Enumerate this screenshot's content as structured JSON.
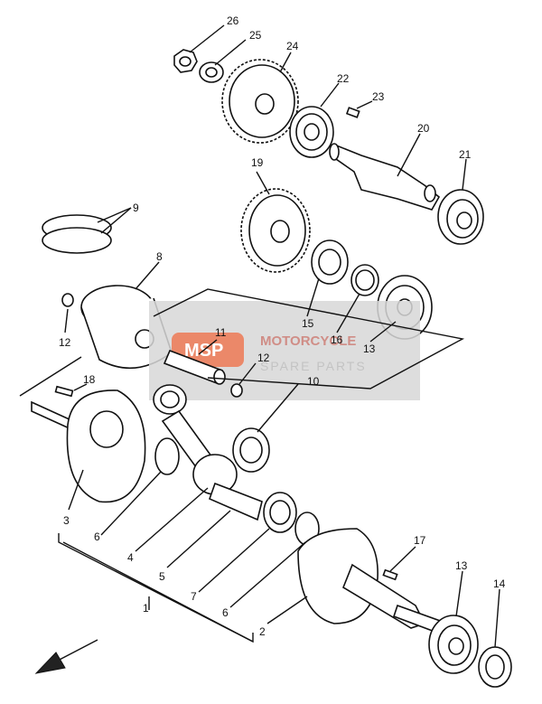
{
  "callouts": [
    {
      "id": "c26",
      "text": "26"
    },
    {
      "id": "c25",
      "text": "25"
    },
    {
      "id": "c24",
      "text": "24"
    },
    {
      "id": "c22",
      "text": "22"
    },
    {
      "id": "c23",
      "text": "23"
    },
    {
      "id": "c20",
      "text": "20"
    },
    {
      "id": "c21",
      "text": "21"
    },
    {
      "id": "c19",
      "text": "19"
    },
    {
      "id": "c9",
      "text": "9"
    },
    {
      "id": "c8",
      "text": "8"
    },
    {
      "id": "c12a",
      "text": "12"
    },
    {
      "id": "c15",
      "text": "15"
    },
    {
      "id": "c16",
      "text": "16"
    },
    {
      "id": "c13a",
      "text": "13"
    },
    {
      "id": "c11",
      "text": "11"
    },
    {
      "id": "c12b",
      "text": "12"
    },
    {
      "id": "c10",
      "text": "10"
    },
    {
      "id": "c18",
      "text": "18"
    },
    {
      "id": "c3",
      "text": "3"
    },
    {
      "id": "c6a",
      "text": "6"
    },
    {
      "id": "c4",
      "text": "4"
    },
    {
      "id": "c5",
      "text": "5"
    },
    {
      "id": "c1",
      "text": "1"
    },
    {
      "id": "c7",
      "text": "7"
    },
    {
      "id": "c6b",
      "text": "6"
    },
    {
      "id": "c2",
      "text": "2"
    },
    {
      "id": "c17",
      "text": "17"
    },
    {
      "id": "c13b",
      "text": "13"
    },
    {
      "id": "c14",
      "text": "14"
    }
  ],
  "watermark": {
    "logo": "MSP",
    "title": "MOTORCYCLE",
    "subtitle": "SPARE PARTS",
    "accent_color": "#e8744f",
    "panel_color": "#d8d8d8"
  }
}
